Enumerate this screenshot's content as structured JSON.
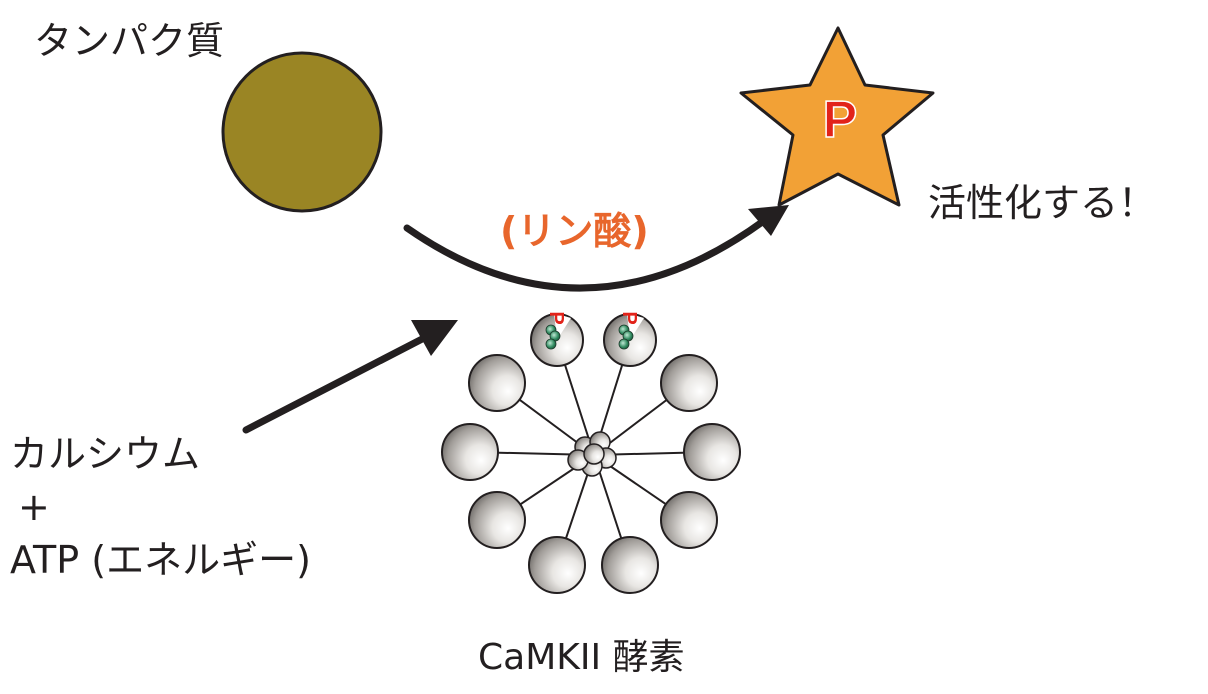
{
  "protein_label": "タンパク質",
  "activate_label": "活性化する！",
  "phosphate_label": "(リン酸)",
  "inputs": {
    "calcium": "カルシウム",
    "plus": "+",
    "atp": "ATP (エネルギー)"
  },
  "enzyme_label": "CaMKII 酵素",
  "star_symbol": "P",
  "phospho_mark": "P",
  "colors": {
    "protein": "#9a8524",
    "star": "#f2a136",
    "phosphate_text": "#e8662c",
    "phospho_p": "#e2231a",
    "arrow": "#231f20",
    "text": "#231f20"
  }
}
